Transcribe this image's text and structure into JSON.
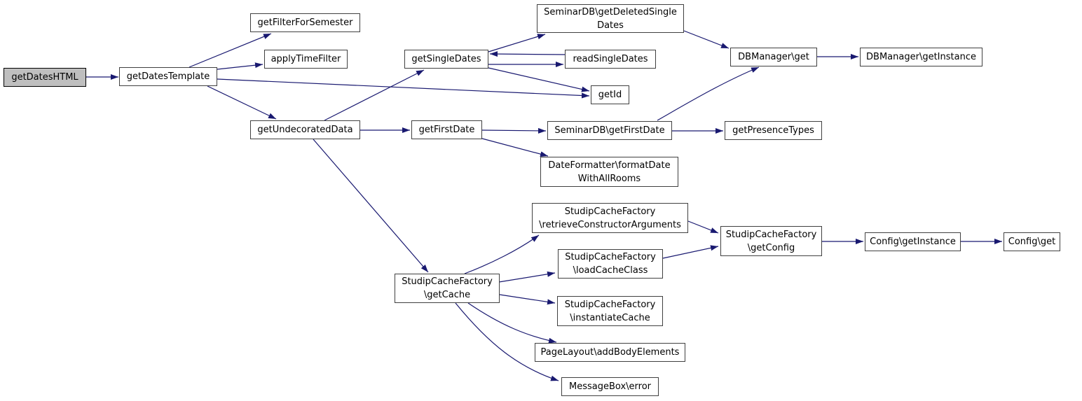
{
  "graph_title": "getDatesHTML call graph",
  "colors": {
    "edge": "#191970",
    "node_border": "#404040",
    "node_fill": "#ffffff",
    "root_fill": "#bfbfbf",
    "text": "#000000",
    "background": "#ffffff"
  },
  "graph": {
    "nodes": [
      {
        "id": "getDatesHTML",
        "root": true,
        "lines": [
          "getDatesHTML"
        ]
      },
      {
        "id": "getDatesTemplate",
        "lines": [
          "getDatesTemplate"
        ]
      },
      {
        "id": "getFilterForSemester",
        "lines": [
          "getFilterForSemester"
        ]
      },
      {
        "id": "applyTimeFilter",
        "lines": [
          "applyTimeFilter"
        ]
      },
      {
        "id": "getSingleDates",
        "lines": [
          "getSingleDates"
        ]
      },
      {
        "id": "SeminarDB_getDeletedSingleDates",
        "lines": [
          "SeminarDB\\getDeletedSingle",
          "Dates"
        ]
      },
      {
        "id": "readSingleDates",
        "lines": [
          "readSingleDates"
        ]
      },
      {
        "id": "DBManager_get",
        "lines": [
          "DBManager\\get"
        ]
      },
      {
        "id": "DBManager_getInstance",
        "lines": [
          "DBManager\\getInstance"
        ]
      },
      {
        "id": "getId",
        "lines": [
          "getId"
        ]
      },
      {
        "id": "getUndecoratedData",
        "lines": [
          "getUndecoratedData"
        ]
      },
      {
        "id": "getFirstDate",
        "lines": [
          "getFirstDate"
        ]
      },
      {
        "id": "SeminarDB_getFirstDate",
        "lines": [
          "SeminarDB\\getFirstDate"
        ]
      },
      {
        "id": "getPresenceTypes",
        "lines": [
          "getPresenceTypes"
        ]
      },
      {
        "id": "DateFormatter_formatDateWithAllRooms",
        "lines": [
          "DateFormatter\\formatDate",
          "WithAllRooms"
        ]
      },
      {
        "id": "StudipCacheFactory_retrieveConstructorArguments",
        "lines": [
          "StudipCacheFactory",
          "\\retrieveConstructorArguments"
        ]
      },
      {
        "id": "StudipCacheFactory_loadCacheClass",
        "lines": [
          "StudipCacheFactory",
          "\\loadCacheClass"
        ]
      },
      {
        "id": "StudipCacheFactory_getCache",
        "lines": [
          "StudipCacheFactory",
          "\\getCache"
        ]
      },
      {
        "id": "StudipCacheFactory_instantiateCache",
        "lines": [
          "StudipCacheFactory",
          "\\instantiateCache"
        ]
      },
      {
        "id": "PageLayout_addBodyElements",
        "lines": [
          "PageLayout\\addBodyElements"
        ]
      },
      {
        "id": "MessageBox_error",
        "lines": [
          "MessageBox\\error"
        ]
      },
      {
        "id": "StudipCacheFactory_getConfig",
        "lines": [
          "StudipCacheFactory",
          "\\getConfig"
        ]
      },
      {
        "id": "Config_getInstance",
        "lines": [
          "Config\\getInstance"
        ]
      },
      {
        "id": "Config_get",
        "lines": [
          "Config\\get"
        ]
      }
    ],
    "edges": [
      {
        "from": "getDatesHTML",
        "to": "getDatesTemplate"
      },
      {
        "from": "getDatesTemplate",
        "to": "getFilterForSemester"
      },
      {
        "from": "getDatesTemplate",
        "to": "applyTimeFilter"
      },
      {
        "from": "getDatesTemplate",
        "to": "getId"
      },
      {
        "from": "getDatesTemplate",
        "to": "getUndecoratedData"
      },
      {
        "from": "getUndecoratedData",
        "to": "getSingleDates"
      },
      {
        "from": "getUndecoratedData",
        "to": "getFirstDate"
      },
      {
        "from": "getUndecoratedData",
        "to": "StudipCacheFactory_getCache"
      },
      {
        "from": "getSingleDates",
        "to": "SeminarDB_getDeletedSingleDates"
      },
      {
        "from": "getSingleDates",
        "to": "readSingleDates"
      },
      {
        "from": "readSingleDates",
        "to": "getSingleDates"
      },
      {
        "from": "getSingleDates",
        "to": "getId"
      },
      {
        "from": "SeminarDB_getDeletedSingleDates",
        "to": "DBManager_get"
      },
      {
        "from": "DBManager_get",
        "to": "DBManager_getInstance"
      },
      {
        "from": "getFirstDate",
        "to": "SeminarDB_getFirstDate"
      },
      {
        "from": "getFirstDate",
        "to": "DateFormatter_formatDateWithAllRooms"
      },
      {
        "from": "SeminarDB_getFirstDate",
        "to": "getPresenceTypes"
      },
      {
        "from": "SeminarDB_getFirstDate",
        "to": "DBManager_get"
      },
      {
        "from": "StudipCacheFactory_getCache",
        "to": "StudipCacheFactory_retrieveConstructorArguments"
      },
      {
        "from": "StudipCacheFactory_getCache",
        "to": "StudipCacheFactory_loadCacheClass"
      },
      {
        "from": "StudipCacheFactory_getCache",
        "to": "StudipCacheFactory_instantiateCache"
      },
      {
        "from": "StudipCacheFactory_getCache",
        "to": "PageLayout_addBodyElements"
      },
      {
        "from": "StudipCacheFactory_getCache",
        "to": "MessageBox_error"
      },
      {
        "from": "StudipCacheFactory_retrieveConstructorArguments",
        "to": "StudipCacheFactory_getConfig"
      },
      {
        "from": "StudipCacheFactory_loadCacheClass",
        "to": "StudipCacheFactory_getConfig"
      },
      {
        "from": "StudipCacheFactory_getConfig",
        "to": "Config_getInstance"
      },
      {
        "from": "Config_getInstance",
        "to": "Config_get"
      }
    ]
  }
}
